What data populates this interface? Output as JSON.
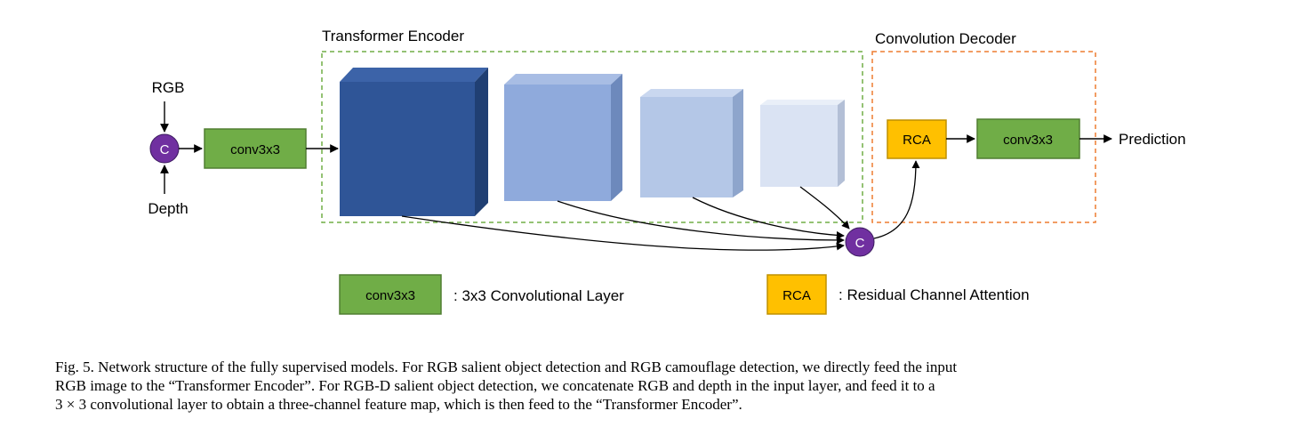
{
  "diagram": {
    "encoder_title": "Transformer Encoder",
    "decoder_title": "Convolution Decoder",
    "input_rgb": "RGB",
    "input_depth": "Depth",
    "concat_symbol": "C",
    "conv_block": "conv3x3",
    "rca_block": "RCA",
    "decoder_conv_block": "conv3x3",
    "output": "Prediction",
    "colors": {
      "concat_node": "#7030a0",
      "conv": "#70ad47",
      "rca": "#ffc000",
      "encoder_stage1": "#2f5597",
      "encoder_stage2": "#8faadc",
      "encoder_stage3": "#b4c7e7",
      "encoder_stage4": "#dae3f3",
      "encoder_border": "#70ad47",
      "decoder_border": "#ed7d31"
    }
  },
  "legend": {
    "conv_swatch": "conv3x3",
    "conv_desc": ": 3x3 Convolutional Layer",
    "rca_swatch": "RCA",
    "rca_desc": ": Residual Channel Attention"
  },
  "caption": {
    "line1": "Fig. 5. Network structure of the fully supervised models. For RGB salient object detection and RGB camouflage detection, we directly feed the input",
    "line2": "RGB image to the “Transformer Encoder”. For RGB-D salient object detection, we concatenate RGB and depth in the input layer, and feed it to a",
    "line3": "3 × 3 convolutional layer to obtain a three-channel feature map, which is then feed to the “Transformer Encoder”."
  }
}
